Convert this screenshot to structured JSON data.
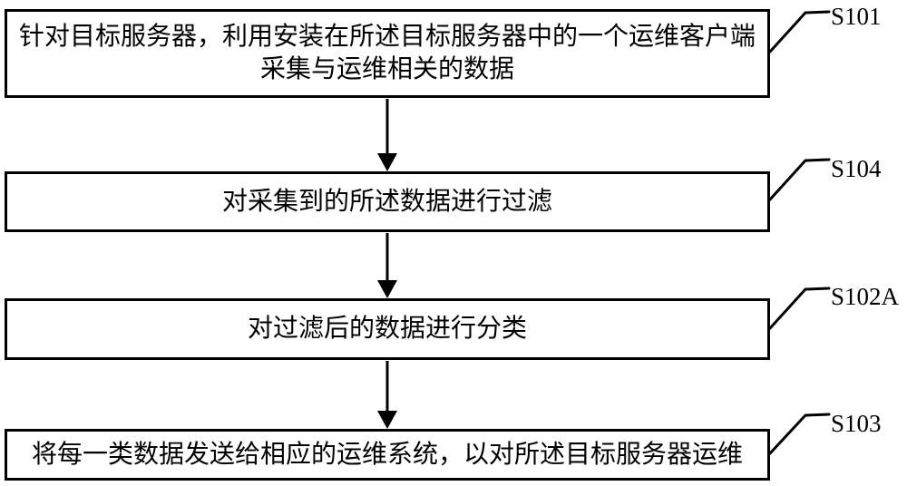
{
  "figure": {
    "background_color": "#ffffff",
    "line_color": "#000000",
    "steps": [
      {
        "id": "S101",
        "text": "针对目标服务器，利用安装在所述目标服务器中的一个运维客户端采集与运维相关的数据"
      },
      {
        "id": "S104",
        "text": "对采集到的所述数据进行过滤"
      },
      {
        "id": "S102A",
        "text": "对过滤后的数据进行分类"
      },
      {
        "id": "S103",
        "text": "将每一类数据发送给相应的运维系统，以对所述目标服务器运维"
      }
    ]
  }
}
